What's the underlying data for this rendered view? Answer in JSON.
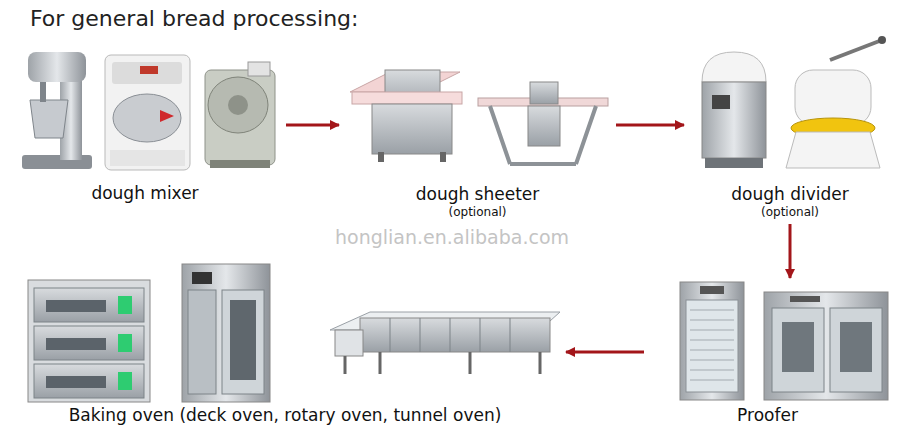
{
  "diagram": {
    "title": "For general bread processing:",
    "nodes": [
      {
        "text": [
          "dough mixer"
        ]
      },
      {
        "text": [
          "dough sheeter",
          "(optional)"
        ]
      },
      {
        "text": [
          "dough divider",
          "(optional)"
        ]
      },
      {
        "text": [
          "Proofer"
        ]
      },
      {
        "text": [
          "Baking oven (deck oven, rotary oven, tunnel oven)"
        ]
      }
    ],
    "edges": [
      {
        "from": 0,
        "to": 1,
        "arrow": "to"
      },
      {
        "from": 1,
        "to": 2,
        "arrow": "to"
      },
      {
        "from": 2,
        "to": 3,
        "arrow": "to"
      },
      {
        "from": 3,
        "to": 4,
        "arrow": "to"
      }
    ],
    "labels": [
      "honglian.en.alibaba.com"
    ]
  }
}
